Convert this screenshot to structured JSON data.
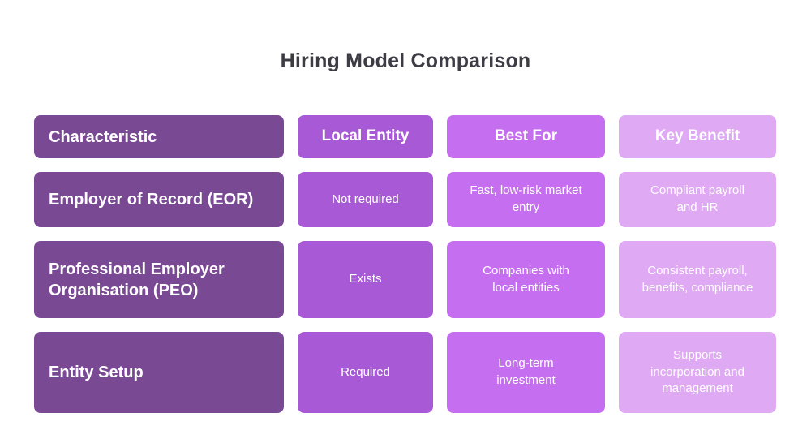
{
  "page": {
    "title": "Hiring Model Comparison"
  },
  "colors": {
    "title": "#3d3b43",
    "col-characteristic": "#7a4994",
    "col-local-entity": "#a85ad6",
    "col-best-for": "#c66ef0",
    "col-key-benefit": "#dfa9f3",
    "cell-text": "#ffffff",
    "background": "#ffffff"
  },
  "chart_data": {
    "type": "table",
    "title": "Hiring Model Comparison",
    "columns": [
      "Characteristic",
      "Local Entity",
      "Best For",
      "Key Benefit"
    ],
    "rows": [
      [
        "Employer of Record (EOR)",
        "Not required",
        "Fast, low-risk market\nentry",
        "Compliant payroll\nand HR"
      ],
      [
        "Professional Employer\nOrganisation (PEO)",
        "Exists",
        "Companies with\nlocal entities",
        "Consistent payroll,\nbenefits, compliance"
      ],
      [
        "Entity Setup",
        "Required",
        "Long-term\ninvestment",
        "Supports\nincorporation and\nmanagement"
      ]
    ]
  }
}
